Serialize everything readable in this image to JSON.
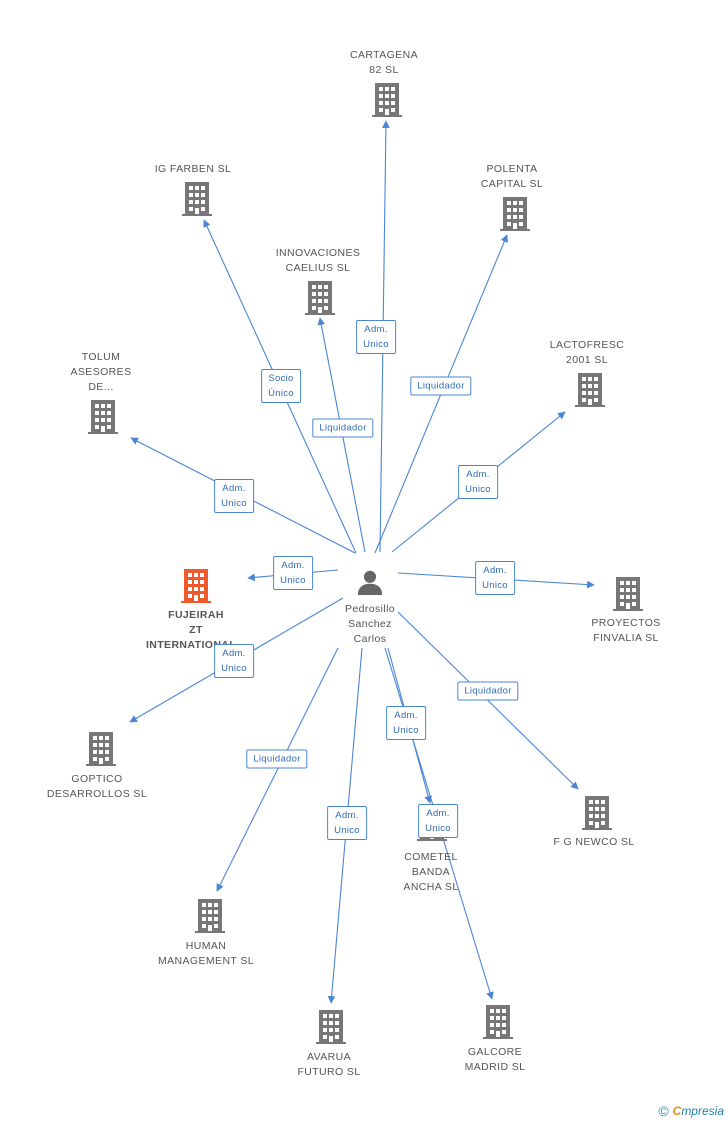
{
  "colors": {
    "edge": "#4a86d4",
    "building": "#777777",
    "building_highlight": "#ee5a2c",
    "person": "#666666"
  },
  "center": {
    "id": "person",
    "label": "Pedrosillo\nSanchez\nCarlos",
    "icon": "person-icon"
  },
  "nodes": [
    {
      "id": "cartagena",
      "label": "CARTAGENA\n82 SL",
      "icon": "building-icon"
    },
    {
      "id": "igfarben",
      "label": "IG FARBEN SL",
      "icon": "building-icon"
    },
    {
      "id": "polenta",
      "label": "POLENTA\nCAPITAL SL",
      "icon": "building-icon"
    },
    {
      "id": "innovaciones",
      "label": "INNOVACIONES\nCAELIUS SL",
      "icon": "building-icon"
    },
    {
      "id": "lactofresc",
      "label": "LACTOFRESC\n2001 SL",
      "icon": "building-icon"
    },
    {
      "id": "tolum",
      "label": "TOLUM\nASESORES\nDE...",
      "icon": "building-icon"
    },
    {
      "id": "fujeirah",
      "label": "FUJEIRAH\nZT\nINTERNATIONAL...",
      "icon": "building-icon",
      "highlight": true
    },
    {
      "id": "proyectos",
      "label": "PROYECTOS\nFINVALIA  SL",
      "icon": "building-icon"
    },
    {
      "id": "goptico",
      "label": "GOPTICO\nDESARROLLOS SL",
      "icon": "building-icon"
    },
    {
      "id": "fgnewco",
      "label": "F G NEWCO SL",
      "icon": "building-icon"
    },
    {
      "id": "cometel",
      "label": "COMETEL\nBANDA\nANCHA  SL",
      "icon": "building-icon"
    },
    {
      "id": "human",
      "label": "HUMAN\nMANAGEMENT SL",
      "icon": "building-icon"
    },
    {
      "id": "avarua",
      "label": "AVARUA\nFUTURO SL",
      "icon": "building-icon"
    },
    {
      "id": "galcore",
      "label": "GALCORE\nMADRID SL",
      "icon": "building-icon"
    }
  ],
  "edges": [
    {
      "to": "cartagena",
      "label": "Adm.\nUnico"
    },
    {
      "to": "igfarben",
      "label": "Socio\nÚnico"
    },
    {
      "to": "polenta",
      "label": "Liquidador"
    },
    {
      "to": "innovaciones",
      "label": "Liquidador"
    },
    {
      "to": "lactofresc",
      "label": "Adm.\nUnico"
    },
    {
      "to": "tolum",
      "label": "Adm.\nUnico"
    },
    {
      "to": "fujeirah",
      "label": "Adm.\nUnico"
    },
    {
      "to": "proyectos",
      "label": "Adm.\nUnico"
    },
    {
      "to": "goptico",
      "label": "Adm.\nUnico"
    },
    {
      "to": "fgnewco",
      "label": "Liquidador"
    },
    {
      "to": "cometel",
      "label": "Adm.\nUnico"
    },
    {
      "to": "human",
      "label": "Liquidador"
    },
    {
      "to": "avarua",
      "label": "Adm.\nUnico"
    },
    {
      "to": "galcore",
      "label": "Adm.\nUnico"
    }
  ],
  "footer": {
    "copyright": "©",
    "brand_initial": "C",
    "brand_rest": "mpresia"
  }
}
